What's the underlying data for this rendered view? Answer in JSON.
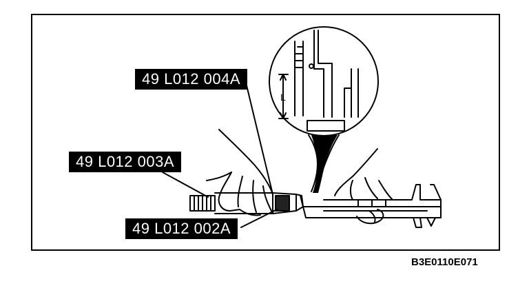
{
  "callouts": {
    "top": "49 L012 004A",
    "left": "49 L012 003A",
    "bottom": "49 L012 002A"
  },
  "figure_code": "B3E0110E071",
  "detail_view": {
    "dimension_label": "L"
  },
  "icons": [
    "hand-icon",
    "caliper-icon",
    "magnifier-detail-icon"
  ]
}
